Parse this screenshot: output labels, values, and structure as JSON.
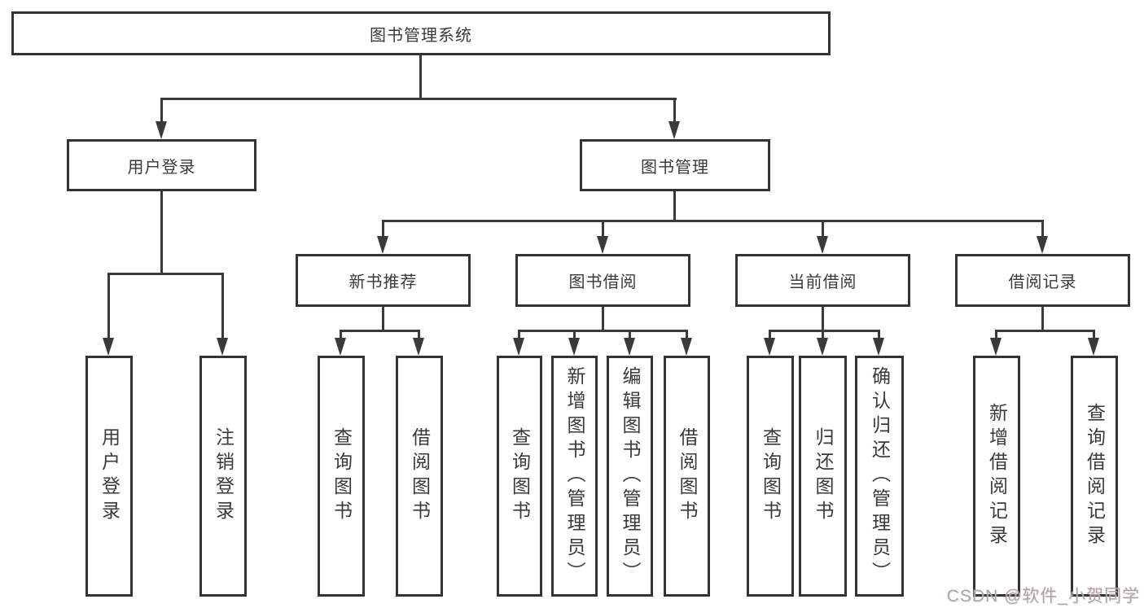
{
  "diagram": {
    "title": "图书管理系统",
    "type": "hierarchy-tree",
    "colors": {
      "background": "#ffffff",
      "box_border": "#333333",
      "line": "#3a3a3a",
      "text": "#3a3a3a",
      "watermark_text": "#a8a8a8"
    },
    "tree": {
      "label": "图书管理系统",
      "children": [
        {
          "label": "用户登录",
          "children": [
            {
              "label": "用户登录"
            },
            {
              "label": "注销登录"
            }
          ]
        },
        {
          "label": "图书管理",
          "children": [
            {
              "label": "新书推荐",
              "children": [
                {
                  "label": "查询图书"
                },
                {
                  "label": "借阅图书"
                }
              ]
            },
            {
              "label": "图书借阅",
              "children": [
                {
                  "label": "查询图书"
                },
                {
                  "label": "新增图书（管理员）"
                },
                {
                  "label": "编辑图书（管理员）"
                },
                {
                  "label": "借阅图书"
                }
              ]
            },
            {
              "label": "当前借阅",
              "children": [
                {
                  "label": "查询图书"
                },
                {
                  "label": "归还图书"
                },
                {
                  "label": "确认归还（管理员）"
                }
              ]
            },
            {
              "label": "借阅记录",
              "children": [
                {
                  "label": "新增借阅记录"
                },
                {
                  "label": "查询借阅记录"
                }
              ]
            }
          ]
        }
      ]
    },
    "watermark": "CSDN @软件_小贺同学"
  }
}
